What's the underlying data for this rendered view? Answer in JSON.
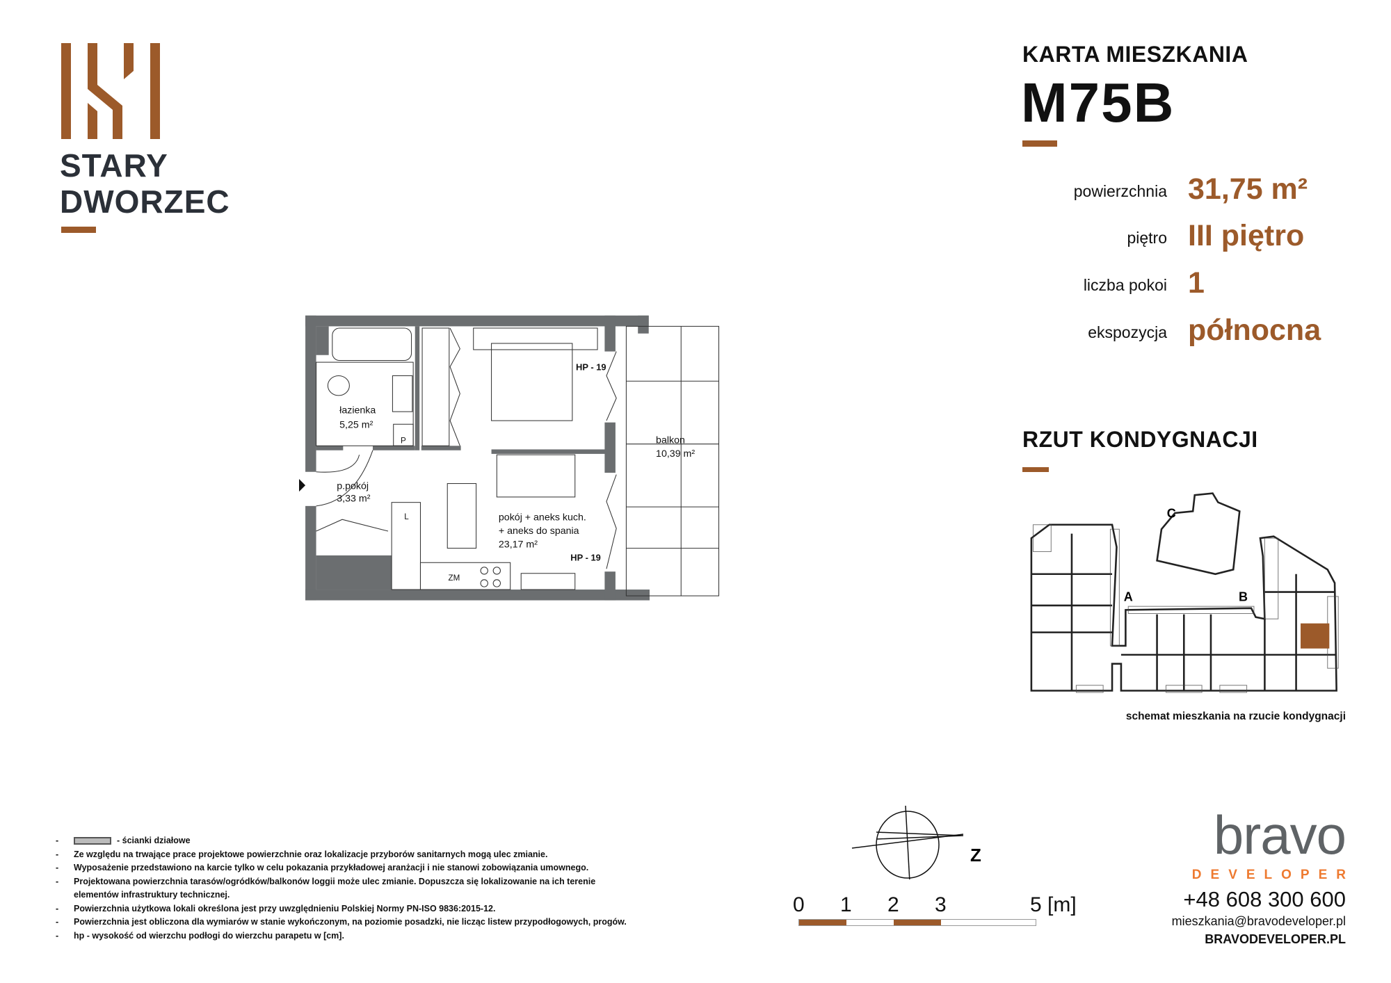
{
  "logo": {
    "line1": "STARY",
    "line2": "DWORZEC"
  },
  "header": {
    "title": "KARTA MIESZKANIA",
    "code": "M75B"
  },
  "details": [
    {
      "label": "powierzchnia",
      "value": "31,75 m²"
    },
    {
      "label": "piętro",
      "value": "III piętro"
    },
    {
      "label": "liczba pokoi",
      "value": "1"
    },
    {
      "label": "ekspozycja",
      "value": "północna"
    }
  ],
  "floor_section": {
    "title": "RZUT KONDYGNACJI",
    "caption": "schemat mieszkania na rzucie kondygnacji",
    "buildings": [
      "A",
      "B",
      "C"
    ]
  },
  "plan": {
    "rooms": [
      {
        "name": "łazienka",
        "area": "5,25 m²"
      },
      {
        "name": "p.pokój",
        "area": "3,33 m²"
      },
      {
        "name": "pokój + aneks kuch.",
        "name2": "+ aneks do spania",
        "area": "23,17 m²"
      },
      {
        "name": "balkon",
        "area": "10,39 m²"
      }
    ],
    "hp_top": "HP - 19",
    "hp_bottom": "HP - 19",
    "marks": {
      "p": "P",
      "l": "L",
      "zm": "ZM"
    }
  },
  "compass": {
    "label": "Z"
  },
  "scale": {
    "ticks": [
      "0",
      "1",
      "2",
      "3",
      "5 [m]"
    ]
  },
  "notes": {
    "legend": "- ścianki działowe",
    "items": [
      "Ze względu na trwające prace projektowe powierzchnie oraz lokalizacje przyborów sanitarnych mogą ulec zmianie.",
      "Wyposażenie przedstawiono na karcie tylko w celu pokazania przykładowej aranżacji i nie stanowi zobowiązania umownego.",
      "Projektowana powierzchnia tarasów/ogródków/balkonów loggii może ulec zmianie. Dopuszcza się lokalizowanie na ich terenie elementów infrastruktury technicznej.",
      "Powierzchnia użytkowa lokali określona jest przy uwzględnieniu Polskiej Normy PN-ISO 9836:2015-12.",
      "Powierzchnia jest obliczona dla wymiarów w stanie wykończonym, na poziomie posadzki, nie licząc listew przypodłogowych, progów.",
      "hp - wysokość od wierzchu podłogi do wierzchu parapetu w [cm]."
    ]
  },
  "developer": {
    "brand": "bravo",
    "sub": "DEVELOPER",
    "phone": "+48 608 300 600",
    "email": "mieszkania@bravodeveloper.pl",
    "website": "BRAVODEVELOPER.PL"
  },
  "colors": {
    "accent": "#9c5a2a",
    "wall": "#6b6e70",
    "brand_grey": "#5f6366",
    "brand_orange": "#ee7a30"
  }
}
